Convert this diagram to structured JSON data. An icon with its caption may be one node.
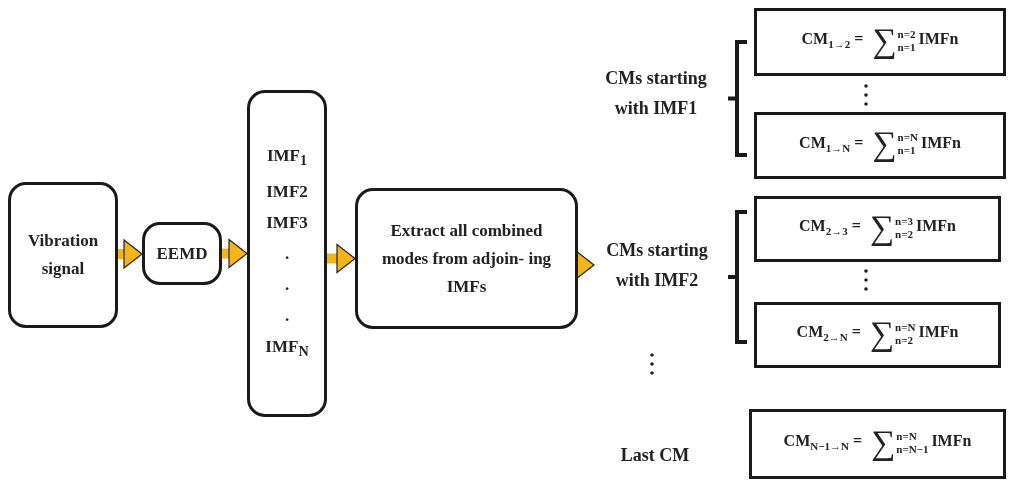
{
  "diagram": {
    "nodes": [
      {
        "text": [
          "Vibration signal"
        ]
      },
      {
        "text": [
          "EEMD"
        ]
      },
      {
        "text": [
          "IMF$_{1}$",
          "IMF2",
          "IMF3",
          ".",
          ".",
          ".",
          "IMF$_{N}$"
        ]
      },
      {
        "text": [
          "Extract all combined modes from adjoin- ing IMFs"
        ]
      },
      {
        "text": [
          "CMs starting with IMF2"
        ]
      },
      {
        "text": [
          "CM$_{1→2}$ = ∑$^{n=2}$$_{n=1}$IMFn"
        ]
      },
      {
        "text": [
          "CM$_{1→N}$ = ∑$^{n=N}$$_{n=1}$IMFn"
        ]
      },
      {
        "text": [
          "CM$_{2→3}$ = ∑$^{n=3}$$_{n=2}$IMFn"
        ]
      },
      {
        "text": [
          "CM$_{2→N}$ = ∑$^{n=N}$$_{n=2}$IMFn"
        ]
      },
      {
        "text": [
          "CM$_{N−1→N}$ = ∑$^{n=N}$$_{n=N−1}$IMFn"
        ]
      }
    ],
    "edges": [
      {
        "from": 0,
        "to": 1,
        "arrow": "to"
      },
      {
        "from": 1,
        "to": 2,
        "arrow": "to"
      },
      {
        "from": 2,
        "to": 3,
        "arrow": "to"
      },
      {
        "from": 3,
        "to": 4,
        "arrow": "to"
      }
    ],
    "labels": [
      "CMs starting with IMF1",
      "Last CM"
    ]
  }
}
